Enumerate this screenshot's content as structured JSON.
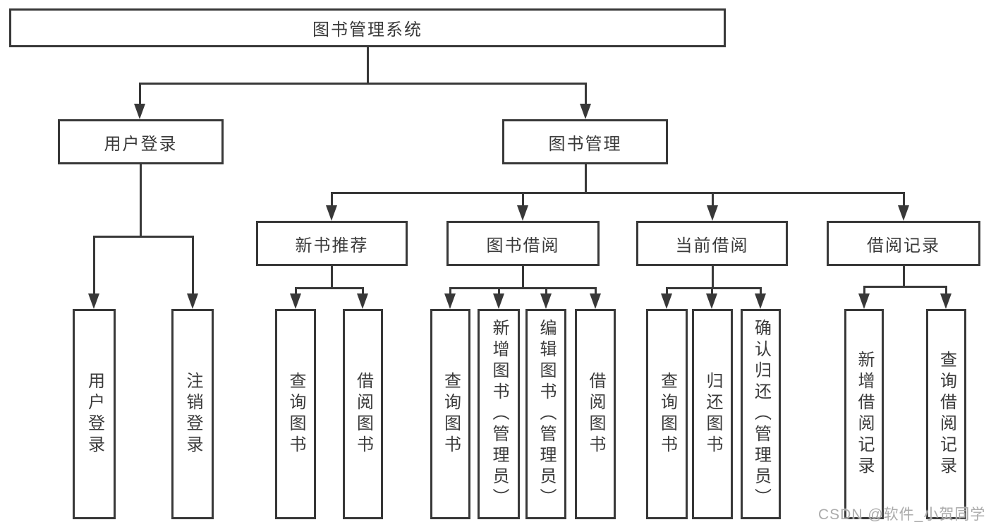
{
  "root": {
    "label": "图书管理系统"
  },
  "level2": [
    {
      "label": "用户登录"
    },
    {
      "label": "图书管理"
    }
  ],
  "level3": [
    {
      "label": "新书推荐"
    },
    {
      "label": "图书借阅"
    },
    {
      "label": "当前借阅"
    },
    {
      "label": "借阅记录"
    }
  ],
  "leaves": {
    "user_login": [
      {
        "label": "用户登录"
      },
      {
        "label": "注销登录"
      }
    ],
    "new_book_recommend": [
      {
        "label": "查询图书"
      },
      {
        "label": "借阅图书"
      }
    ],
    "book_borrow": [
      {
        "label": "查询图书"
      },
      {
        "label": "新增图书（管理员）"
      },
      {
        "label": "编辑图书（管理员）"
      },
      {
        "label": "借阅图书"
      }
    ],
    "current_borrow": [
      {
        "label": "查询图书"
      },
      {
        "label": "归还图书"
      },
      {
        "label": "确认归还（管理员）"
      }
    ],
    "borrow_record": [
      {
        "label": "新增借阅记录"
      },
      {
        "label": "查询借阅记录"
      }
    ]
  },
  "watermark": {
    "text": "CSDN @软件_小贺同学"
  },
  "colors": {
    "line": "#383838",
    "text": "#3a3a3a",
    "watermark": "#ababab",
    "background": "#ffffff"
  }
}
